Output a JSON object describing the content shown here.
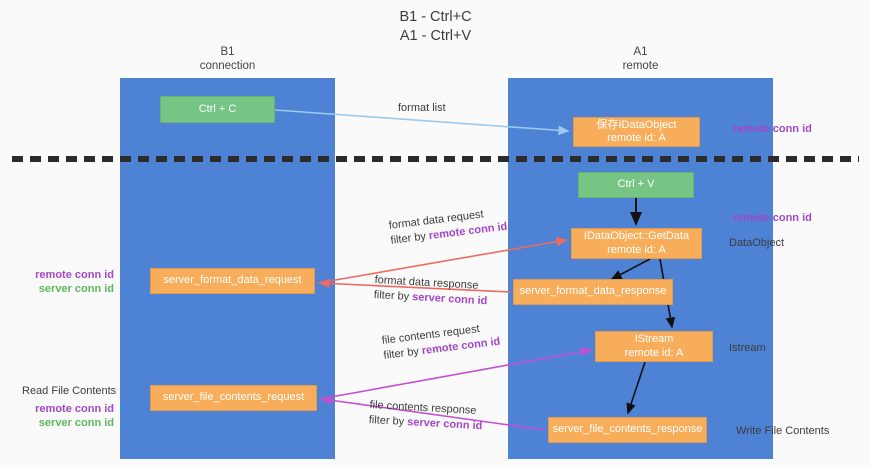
{
  "title": {
    "line1": "B1 - Ctrl+C",
    "line2": "A1 - Ctrl+V"
  },
  "lanes": [
    {
      "id": "b1",
      "name": "B1",
      "role": "connection"
    },
    {
      "id": "a1",
      "name": "A1",
      "role": "remote"
    }
  ],
  "nodes": {
    "ctrl_c": {
      "label": "Ctrl + C",
      "color": "#76c584"
    },
    "ctrl_v": {
      "label": "Ctrl + V",
      "color": "#76c584"
    },
    "idataobject": {
      "label": "保存IDataObject",
      "sub": "remote id: A",
      "color": "#f8ad5a"
    },
    "getdata": {
      "label": "IDataObject::GetData",
      "sub": "remote id: A",
      "color": "#f8ad5a"
    },
    "istream": {
      "label": "IStream",
      "sub": "remote id: A",
      "color": "#f8ad5a"
    },
    "server_format_data_request": {
      "label": "server_format_data_request",
      "color": "#f8ad5a"
    },
    "server_format_data_response": {
      "label": "server_format_data_response",
      "color": "#f8ad5a"
    },
    "server_file_contents_request": {
      "label": "server_file_contents_request",
      "color": "#f8ad5a"
    },
    "server_file_contents_response": {
      "label": "server_file_contents_response",
      "color": "#f8ad5a"
    }
  },
  "edge_labels": {
    "format_list": {
      "text": "format list"
    },
    "format_data_request": {
      "line1": "format data request",
      "line2_plain": "filter by ",
      "line2_accent": "remote conn id"
    },
    "format_data_response": {
      "line1": "format data response",
      "line2_plain": "filter by ",
      "line2_accent": "server conn id"
    },
    "file_contents_request": {
      "line1": "file contents request",
      "line2_plain": "filter by ",
      "line2_accent": "remote conn id"
    },
    "file_contents_response": {
      "line1": "file contents response",
      "line2_plain": "filter by ",
      "line2_accent": "server conn id"
    }
  },
  "annotations": {
    "remote_conn_id_top": "remote conn id",
    "remote_conn_id_mid": "remote conn id",
    "dataobject": "DataObject",
    "istream": "Istream",
    "write_file_contents": "Write File Contents",
    "read_file_contents": "Read File Contents",
    "left_remote_conn_id_1": "remote conn id",
    "left_server_conn_id_1": "server conn id",
    "left_remote_conn_id_2": "remote conn id",
    "left_server_conn_id_2": "server conn id"
  },
  "colors": {
    "lane": "#4d82d4",
    "green_node": "#76c584",
    "orange_node": "#f8ad5a",
    "purple_accent": "#a347c8",
    "green_accent": "#5cb85c",
    "red_arrow": "#ef6a5e",
    "magenta_arrow": "#c44fd0",
    "blue_arrow": "#9ec9ec",
    "black_arrow": "#111111",
    "divider": "#2b2b2b",
    "background": "#fafafa"
  }
}
